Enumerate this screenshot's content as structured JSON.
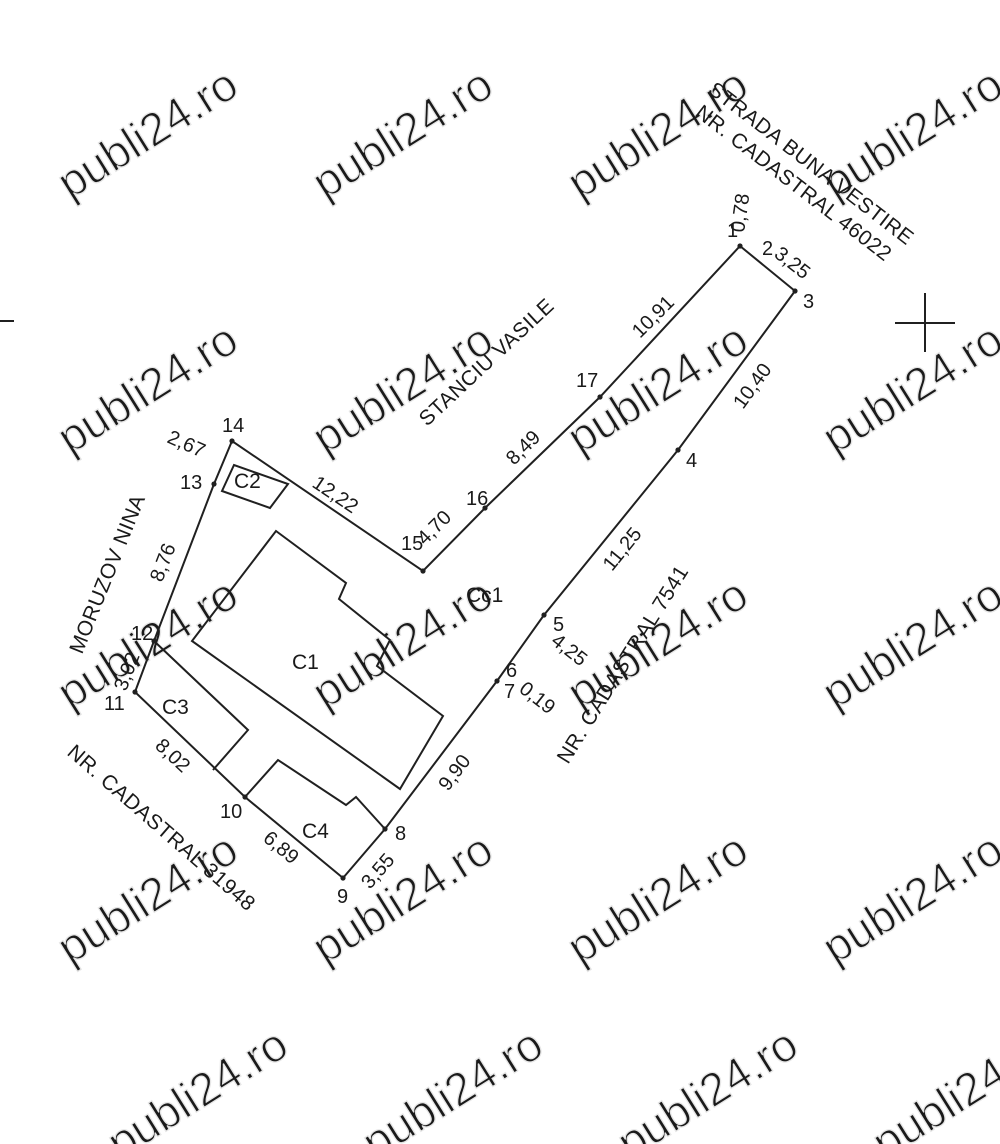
{
  "watermark": "publi24.ro",
  "streets": {
    "north_line1": "STRADA BUNA VESTIRE",
    "north_line2": "NR. CADASTRAL 46022",
    "northwest": "STANCIU VASILE",
    "west": "MORUZOV NINA",
    "southwest": "NR. CADASTRAL 31948",
    "southeast": "NR. CADASTRAL 7541"
  },
  "buildings": {
    "c1": "C1",
    "c2": "C2",
    "c3": "C3",
    "c4": "C4",
    "cc1": "Cc1"
  },
  "points": {
    "p1": "1",
    "p2": "2",
    "p3": "3",
    "p4": "4",
    "p5": "5",
    "p6": "6",
    "p7": "7",
    "p8": "8",
    "p9": "9",
    "p10": "10",
    "p11": "11",
    "p12": "12",
    "p13": "13",
    "p14": "14",
    "p15": "15",
    "p16": "16",
    "p17": "17"
  },
  "distances": {
    "d1_2": "0,78",
    "d2_3": "3,25",
    "d3_4": "10,40",
    "d4_5": "11,25",
    "d5_6": "4,25",
    "d6_7": "0,19",
    "d7_8": "9,90",
    "d8_9": "3,55",
    "d9_10": "6,89",
    "d10_11": "8,02",
    "d11_12": "3,02",
    "d12_13": "8,76",
    "d13_14": "2,67",
    "d14_15": "12,22",
    "d15_16": "4,70",
    "d16_17": "8,49",
    "d17_1": "10,91"
  }
}
